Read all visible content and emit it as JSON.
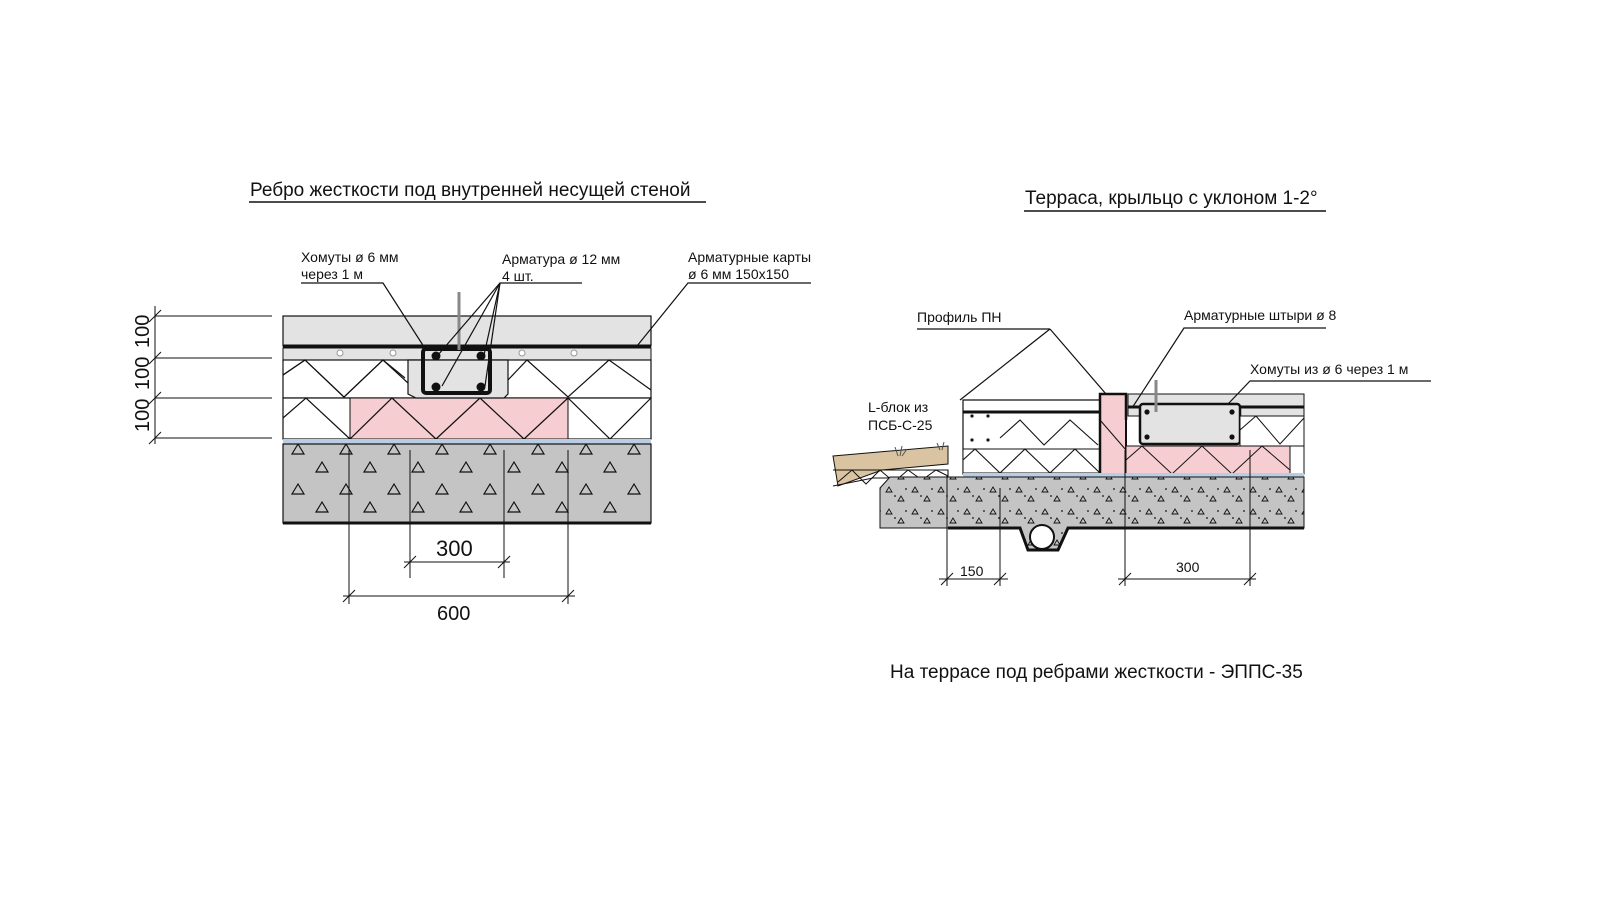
{
  "left": {
    "title": "Ребро жесткости под внутренней несущей стеной",
    "labels": {
      "clamps_line1": "Хомуты ø 6 мм",
      "clamps_line2": "через 1 м",
      "rebar_line1": "Арматура ø 12 мм",
      "rebar_line2": "4 шт.",
      "mesh_line1": "Арматурные карты",
      "mesh_line2": "ø 6 мм 150х150"
    },
    "dims": {
      "d_top": "100",
      "d_mid": "100",
      "d_bot": "100",
      "d_300": "300",
      "d_600": "600"
    }
  },
  "right": {
    "title": "Терраса, крыльцо с уклоном 1-2°",
    "labels": {
      "profile": "Профиль ПН",
      "dowels": "Арматурные штыри ø 8",
      "clamps": "Хомуты из ø 6 через 1 м",
      "lblock_line1": "L-блок из",
      "lblock_line2": "ПСБ-С-25"
    },
    "dims": {
      "d_150": "150",
      "d_300": "300"
    },
    "note": "На террасе под ребрами жесткости - ЭППС-35"
  },
  "colors": {
    "line": "#111111",
    "slab": "#e3e3e3",
    "concrete": "#c4c4c4",
    "xps_pink": "#f6cdd0",
    "membrane_blue": "#b9cde4",
    "soil_tan": "#d9c3a0"
  }
}
